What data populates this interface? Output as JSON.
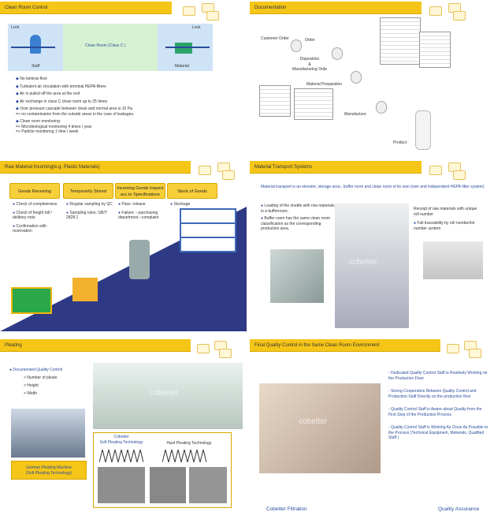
{
  "p1": {
    "title": "Clean Room Control",
    "lock_left": "Lock",
    "lock_right": "Lock",
    "cleanroom": "Clean Room  (Class C )",
    "staff": "Staff",
    "material": "Material",
    "bullets": [
      "No laminar flow",
      "Turbulent air circulation with terminal HEPA-filters",
      "Air is pulled off the area at the roof",
      "Air exchange in class C clean room up to 25 times",
      "Over pressure cascade between clean and normal area is 10 Pa.\n=> no contamination from the outside areas in the case of leakages.",
      "Clean room monitoring:\n=> Microbiological monitoring 4 times / year\n=> Particle monitoring 1 time / week"
    ]
  },
  "p2": {
    "title": "Documentation",
    "customer_order": "Customer Order",
    "order": "Order",
    "disposition": "Disposition\n&\nManufacturing Orde",
    "material_prep": "Material Preparation",
    "manufacture": "Manufacture",
    "product": "Product"
  },
  "p3": {
    "title": "Raw Material Incoming(e.g. Plastic Materials)",
    "cols": [
      {
        "head": "Goods Receiving",
        "items": [
          "Check of completeness",
          "Check of freight bill / delibery note",
          "Confirmation with reservation"
        ]
      },
      {
        "head": "Temporarily Stored",
        "items": [
          "Regular sampling by QC",
          "Sampling rules: GB/T 2828.1"
        ]
      },
      {
        "head": "Incoming Goods Inspect acc.to Specifications",
        "items": [
          "Pass: release",
          "Failure: --purchasing department --complaint"
        ]
      },
      {
        "head": "Stock of Goods",
        "items": [
          "Stockage"
        ]
      }
    ]
  },
  "p4": {
    "title": "Material Transport Systems",
    "intro": "Material transport is an elevator, storage area ,  buffer room and  clean room of its own (own and independent HEPA filter system)",
    "left_items": [
      "Loading of the shuttle with row materials in a bufferroom,",
      "Buffer room has the same clean room classification as the corresponding production area."
    ],
    "right_head": "Receipt of raw materials with unique roll number",
    "right_item": "Full traceability by roll number/lot number system",
    "watermark": "cobetter"
  },
  "p5": {
    "title": "Pleating",
    "dqc": "Documented Quality Control",
    "sub": [
      "> Number of pleats",
      "> Height",
      "> Width"
    ],
    "machine": "German Pleating Machine\n(Soft Pleating Technology)",
    "soft": "Cobetter\nSoft Pleating Technology",
    "hard": "Hard Pleating Technology",
    "watermark": "cobetter"
  },
  "p6": {
    "title": "Final Quality Control in the Same Clean Room Environment",
    "items": [
      "Dedicated Quality Control Staff is Routinely Working on the Production Floor",
      "Strong Cooperation Between Quality Control and Production Staff Directly on the production floor",
      "Quality Control  Staff is Aware about Quality from the First Step  of the Production Process",
      "Quality Control Staff is Working As Close As Possible to the Process (Technical Equipment, Materials, Qualified Staff )"
    ],
    "watermark": "cobetter"
  },
  "footer": {
    "left": "Cobetter Filtration",
    "right": "Quality Assurance"
  },
  "colors": {
    "bar": "#f5c518",
    "blue": "#2a4d9b",
    "green": "#d7f2d2"
  }
}
